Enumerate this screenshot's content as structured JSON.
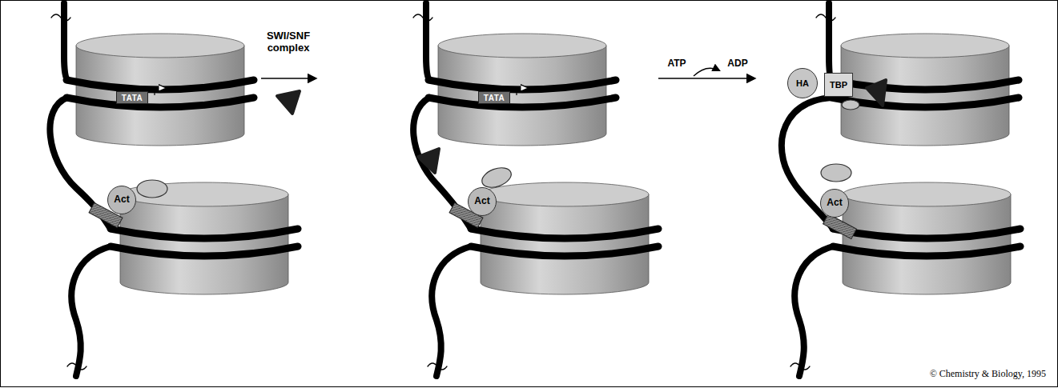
{
  "diagram": {
    "nodes": [
      {
        "text": [
          "TATA"
        ]
      },
      {
        "text": [
          "Act"
        ]
      },
      {
        "text": [
          "TATA"
        ]
      },
      {
        "text": [
          "Act"
        ]
      },
      {
        "text": [
          "HA"
        ]
      },
      {
        "text": [
          "TBP"
        ]
      },
      {
        "text": [
          "Act"
        ]
      }
    ],
    "labels": [
      "SWI/SNF complex",
      "ATP",
      "ADP",
      "© Chemistry & Biology, 1995"
    ]
  }
}
